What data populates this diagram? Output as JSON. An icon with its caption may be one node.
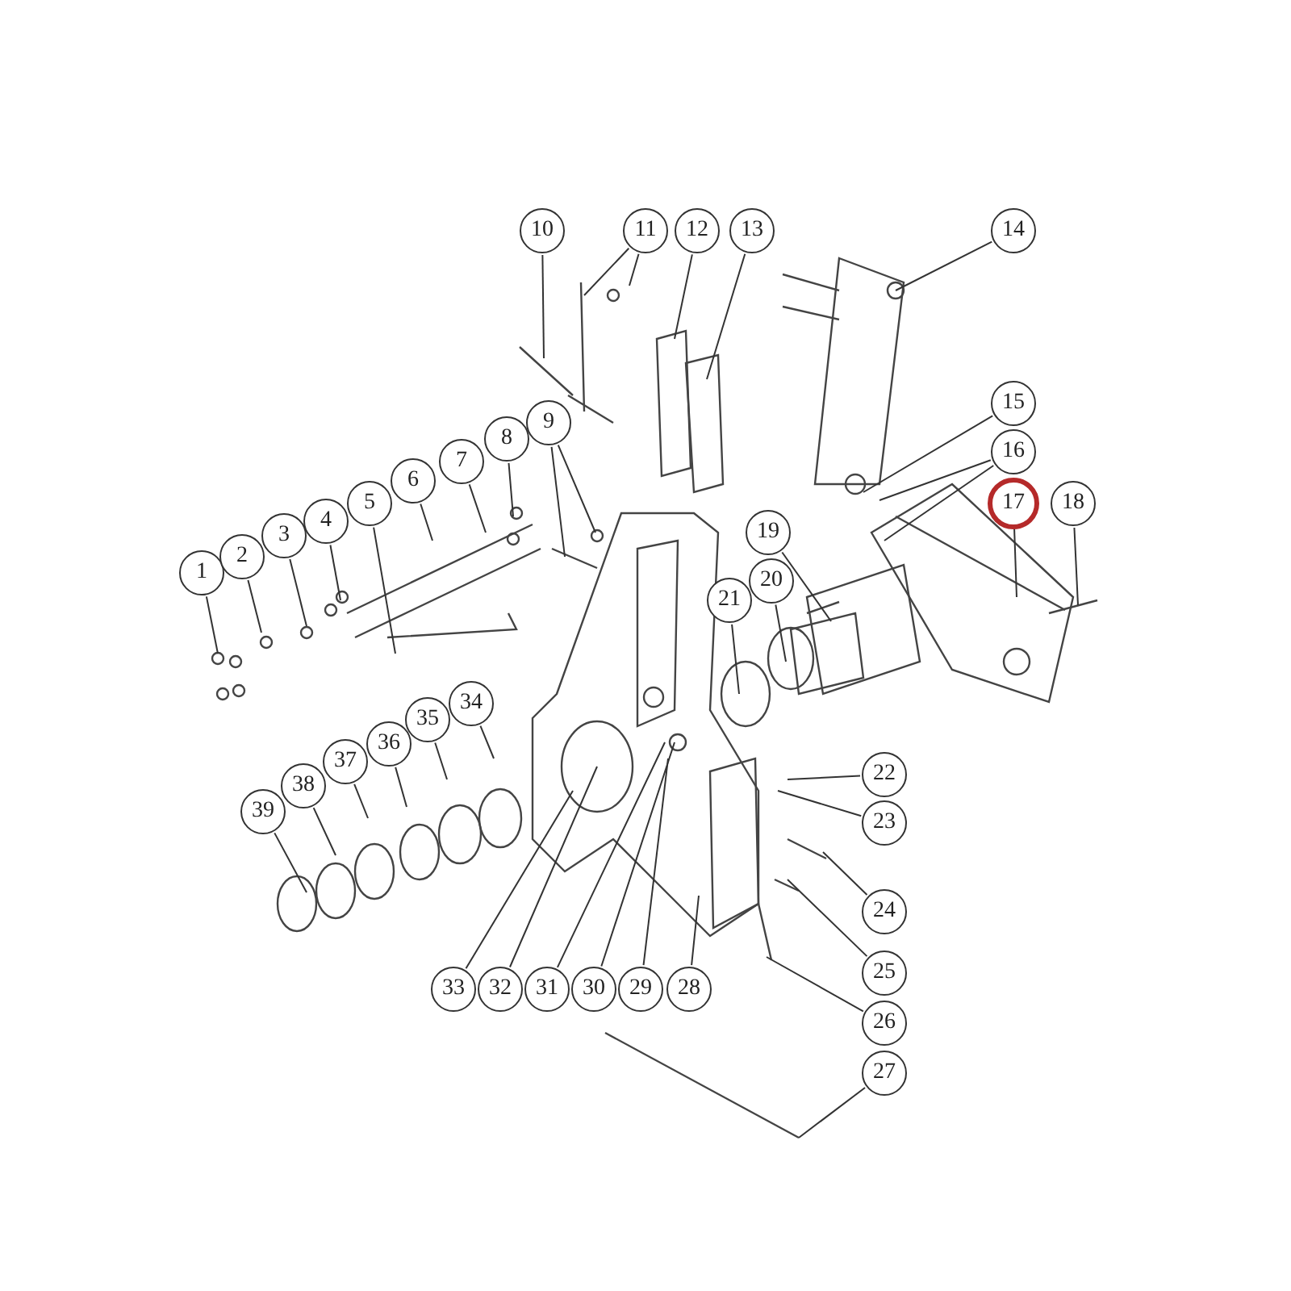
{
  "diagram": {
    "nodes": [
      {
        "text": [
          "1"
        ]
      },
      {
        "text": [
          "2"
        ]
      },
      {
        "text": [
          "3"
        ]
      },
      {
        "text": [
          "4"
        ]
      },
      {
        "text": [
          "5"
        ]
      },
      {
        "text": [
          "6"
        ]
      },
      {
        "text": [
          "7"
        ]
      },
      {
        "text": [
          "8"
        ]
      },
      {
        "text": [
          "9"
        ]
      },
      {
        "text": [
          "10"
        ]
      },
      {
        "text": [
          "11"
        ]
      },
      {
        "text": [
          "12"
        ]
      },
      {
        "text": [
          "13"
        ]
      },
      {
        "text": [
          "14"
        ]
      },
      {
        "text": [
          "15"
        ]
      },
      {
        "text": [
          "16"
        ]
      },
      {
        "text": [
          "17"
        ]
      },
      {
        "text": [
          "18"
        ]
      },
      {
        "text": [
          "19"
        ]
      },
      {
        "text": [
          "20"
        ]
      },
      {
        "text": [
          "21"
        ]
      },
      {
        "text": [
          "22"
        ]
      },
      {
        "text": [
          "23"
        ]
      },
      {
        "text": [
          "24"
        ]
      },
      {
        "text": [
          "25"
        ]
      },
      {
        "text": [
          "26"
        ]
      },
      {
        "text": [
          "27"
        ]
      },
      {
        "text": [
          "28"
        ]
      },
      {
        "text": [
          "29"
        ]
      },
      {
        "text": [
          "30"
        ]
      },
      {
        "text": [
          "31"
        ]
      },
      {
        "text": [
          "32"
        ]
      },
      {
        "text": [
          "33"
        ]
      },
      {
        "text": [
          "34"
        ]
      },
      {
        "text": [
          "35"
        ]
      },
      {
        "text": [
          "36"
        ]
      },
      {
        "text": [
          "37"
        ]
      },
      {
        "text": [
          "38"
        ]
      },
      {
        "text": [
          "39"
        ]
      }
    ],
    "edges": [
      {
        "from": 0,
        "to": null,
        "arrow": "none"
      },
      {
        "from": 1,
        "to": null,
        "arrow": "none"
      },
      {
        "from": 2,
        "to": null,
        "arrow": "none"
      },
      {
        "from": 3,
        "to": null,
        "arrow": "none"
      },
      {
        "from": 4,
        "to": null,
        "arrow": "none"
      },
      {
        "from": 5,
        "to": null,
        "arrow": "none"
      },
      {
        "from": 6,
        "to": null,
        "arrow": "none"
      },
      {
        "from": 7,
        "to": null,
        "arrow": "none"
      },
      {
        "from": 8,
        "to": null,
        "arrow": "none"
      },
      {
        "from": 8,
        "to": null,
        "arrow": "none"
      },
      {
        "from": 9,
        "to": null,
        "arrow": "none"
      },
      {
        "from": 10,
        "to": null,
        "arrow": "none"
      },
      {
        "from": 10,
        "to": null,
        "arrow": "none"
      },
      {
        "from": 11,
        "to": null,
        "arrow": "none"
      },
      {
        "from": 12,
        "to": null,
        "arrow": "none"
      },
      {
        "from": 13,
        "to": null,
        "arrow": "none"
      },
      {
        "from": 14,
        "to": null,
        "arrow": "none"
      },
      {
        "from": 15,
        "to": null,
        "arrow": "none"
      },
      {
        "from": 15,
        "to": null,
        "arrow": "none"
      },
      {
        "from": 16,
        "to": null,
        "arrow": "none"
      },
      {
        "from": 17,
        "to": null,
        "arrow": "none"
      },
      {
        "from": 18,
        "to": null,
        "arrow": "none"
      },
      {
        "from": 19,
        "to": null,
        "arrow": "none"
      },
      {
        "from": 20,
        "to": null,
        "arrow": "none"
      },
      {
        "from": 21,
        "to": null,
        "arrow": "none"
      },
      {
        "from": 22,
        "to": null,
        "arrow": "none"
      },
      {
        "from": 23,
        "to": null,
        "arrow": "none"
      },
      {
        "from": 24,
        "to": null,
        "arrow": "none"
      },
      {
        "from": 25,
        "to": null,
        "arrow": "none"
      },
      {
        "from": 26,
        "to": null,
        "arrow": "none"
      },
      {
        "from": 27,
        "to": null,
        "arrow": "none"
      },
      {
        "from": 28,
        "to": null,
        "arrow": "none"
      },
      {
        "from": 29,
        "to": null,
        "arrow": "none"
      },
      {
        "from": 30,
        "to": null,
        "arrow": "none"
      },
      {
        "from": 31,
        "to": null,
        "arrow": "none"
      },
      {
        "from": 32,
        "to": null,
        "arrow": "none"
      },
      {
        "from": 33,
        "to": null,
        "arrow": "none"
      },
      {
        "from": 34,
        "to": null,
        "arrow": "none"
      },
      {
        "from": 35,
        "to": null,
        "arrow": "none"
      },
      {
        "from": 36,
        "to": null,
        "arrow": "none"
      },
      {
        "from": 37,
        "to": null,
        "arrow": "none"
      },
      {
        "from": 38,
        "to": null,
        "arrow": "none"
      }
    ]
  }
}
